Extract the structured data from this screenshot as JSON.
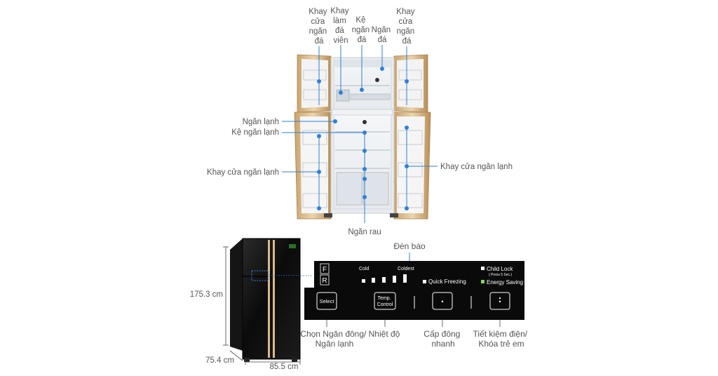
{
  "top_callouts": [
    {
      "id": "khay-cua-ngan-da-left",
      "lines": [
        "Khay",
        "cửa",
        "ngăn",
        "đá"
      ]
    },
    {
      "id": "khay-lam-da-vien",
      "lines": [
        "Khay",
        "làm",
        "đá",
        "viên"
      ]
    },
    {
      "id": "ke-ngan-da",
      "lines": [
        "Kệ",
        "ngăn",
        "đá"
      ]
    },
    {
      "id": "ngan-da",
      "lines": [
        "Ngăn",
        "đá"
      ]
    },
    {
      "id": "khay-cua-ngan-da-right",
      "lines": [
        "Khay",
        "cửa",
        "ngăn",
        "đá"
      ]
    }
  ],
  "side_callouts": {
    "ngan_lanh": "Ngăn lạnh",
    "ke_ngan_lanh": "Kệ ngăn lạnh",
    "khay_cua_ngan_lanh_left": "Khay cửa ngăn lạnh",
    "khay_cua_ngan_lanh_right": "Khay cửa ngăn lạnh",
    "ngan_rau": "Ngăn rau"
  },
  "dimensions": {
    "height": "175.3 cm",
    "depth": "75.4 cm",
    "width": "85.5 cm"
  },
  "control_panel": {
    "title_label": "Đèn báo",
    "zone_letters": [
      "F",
      "R"
    ],
    "cold_label": "Cold",
    "coldest_label": "Coldest",
    "quick_freezing": "Quick Freezing",
    "child_lock": "Child Lock",
    "press_note": "( Press 5 Sec.)",
    "energy_saving": "Energy Saving",
    "buttons": [
      {
        "id": "select",
        "lines": [
          "Select"
        ]
      },
      {
        "id": "temp",
        "lines": [
          "Temp.",
          "Control"
        ]
      },
      {
        "id": "quick",
        "lines": [
          "•"
        ]
      },
      {
        "id": "energy",
        "lines": [
          "•"
        ]
      }
    ],
    "captions": [
      {
        "id": "select",
        "lines": [
          "Chọn Ngăn đông/",
          "Ngăn lạnh"
        ]
      },
      {
        "id": "temp",
        "lines": [
          "Nhiệt độ"
        ]
      },
      {
        "id": "quick",
        "lines": [
          "Cấp đông",
          "nhanh"
        ]
      },
      {
        "id": "energy",
        "lines": [
          "Tiết kiệm điện/",
          "Khóa trẻ em"
        ]
      }
    ]
  },
  "colors": {
    "leader": "#2f7fd6",
    "panel_bg": "#0a0a0a",
    "fridge_gold": "#d8b98a",
    "energy_led": "#7ed957"
  }
}
